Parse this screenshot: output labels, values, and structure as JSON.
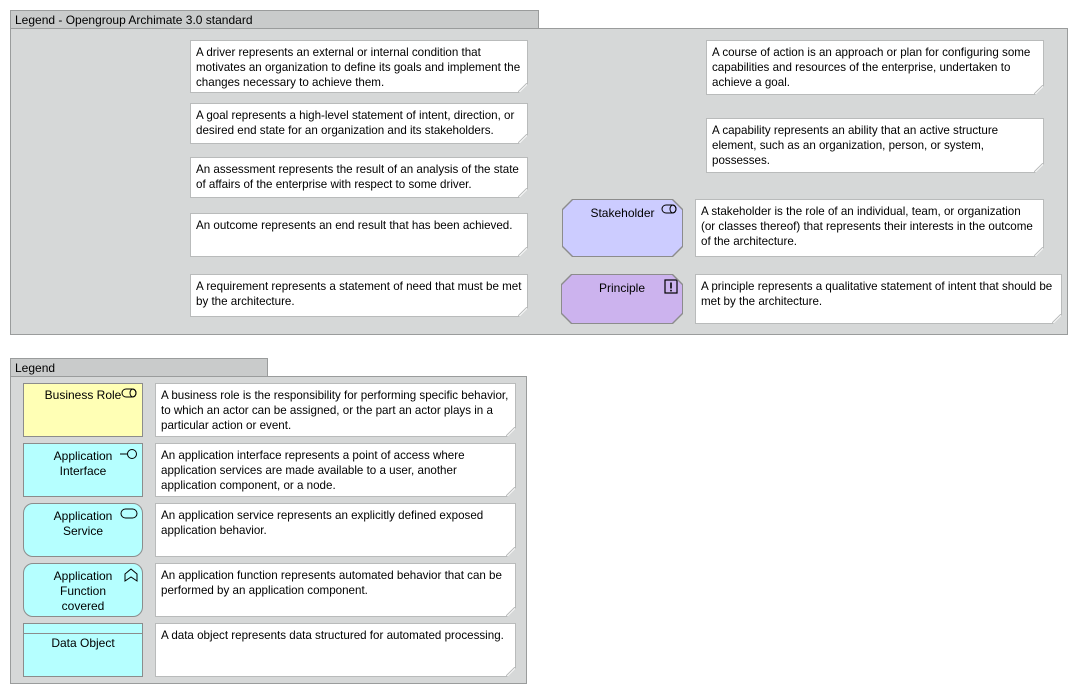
{
  "motivation_legend": {
    "title": "Legend - Opengroup Archimate 3.0 standard",
    "notes": {
      "driver": "A driver represents an external or internal condition that motivates an organization to define its goals and implement the changes necessary to achieve them.",
      "goal": "A goal represents a high-level statement of intent, direction, or desired end state for an organization and its stakeholders.",
      "assessment": "An assessment represents the result of an analysis of the state of affairs of the enterprise with respect to some driver.",
      "outcome": "An outcome represents an end result that has been achieved.",
      "requirement": "A requirement represents a statement of need that must be met by the architecture.",
      "course_of_action": "A course of action is an approach or plan for configuring some capabilities and resources of the enterprise, undertaken to achieve a goal.",
      "capability": "A capability represents an ability that an active structure element, such as an organization, person, or system, possesses.",
      "stakeholder": "A stakeholder is the role of an individual, team, or organization (or classes thereof) that represents their interests in the outcome of the architecture.",
      "principle": "A principle represents a qualitative statement of intent that should be met by the architecture."
    },
    "elements": {
      "stakeholder": "Stakeholder",
      "principle": "Principle"
    }
  },
  "legend": {
    "title": "Legend",
    "items": [
      {
        "label": "Business Role",
        "desc": "A business role is the responsibility for performing specific behavior, to which an actor can be assigned, or the part an actor plays in a particular action or event."
      },
      {
        "label": "Application Interface",
        "desc": "An application interface represents a point of access where application services are made available to a user, another application component, or a node."
      },
      {
        "label": "Application Service",
        "desc": "An application service represents an explicitly defined exposed application behavior."
      },
      {
        "label": "Application Function covered",
        "desc": "An application function represents automated behavior that can be performed by an application component."
      },
      {
        "label": "Data Object",
        "desc": "A data object represents data structured for automated processing."
      }
    ]
  },
  "colors": {
    "stakeholder_fill": "#ccccff",
    "principle_fill": "#ccb3ee",
    "business_fill": "#ffffb5",
    "application_fill": "#b5ffff",
    "group_fill": "#d6d8d8"
  }
}
